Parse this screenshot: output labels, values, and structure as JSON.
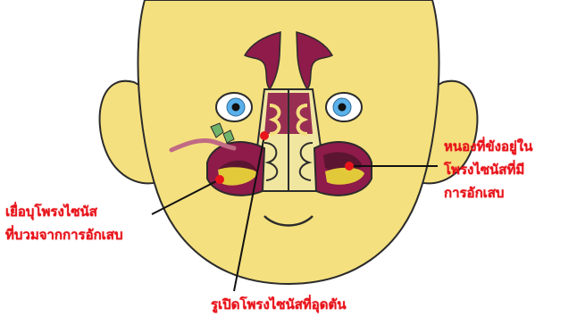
{
  "colors": {
    "skin": "#f4e07e",
    "outline": "#2b2b2b",
    "sinus": "#8e1b4a",
    "fluid": "#e2c93a",
    "cavity": "#5b1530",
    "eye_iris": "#5ab0e8",
    "ear_canal": "#c06a84",
    "leader": "#111111",
    "label": "#e8141b",
    "marker": "#e8141b"
  },
  "labels": {
    "right": {
      "line1": "หนองที่ขังอยู่ใน",
      "line2": "โพรงไซนัสที่มี",
      "line3": "การอักเสบ"
    },
    "left": {
      "line1": "เยื่อบุโพรงไซนัส",
      "line2": "ที่บวมจากการอักเสบ"
    },
    "bottom": "รูเปิดโพรงไซนัสที่อุดตัน"
  },
  "icons": {
    "marker": "red-dot"
  }
}
